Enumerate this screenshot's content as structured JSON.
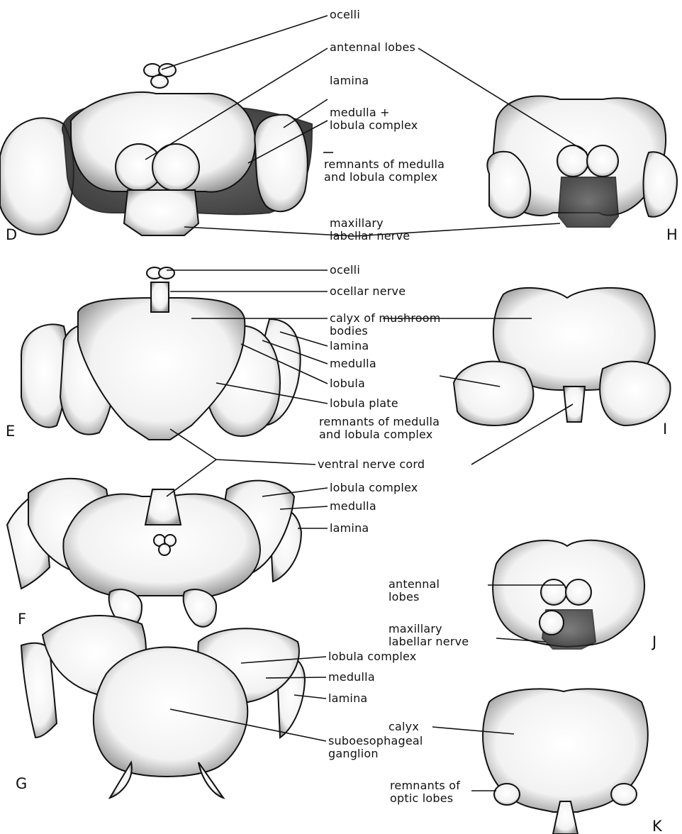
{
  "figure": {
    "panels": {
      "D": "D",
      "E": "E",
      "F": "F",
      "G": "G",
      "H": "H",
      "I": "I",
      "J": "J",
      "K": "K"
    },
    "labels": {
      "ocelli_top": "ocelli",
      "antennal_lobes_top": "antennal lobes",
      "lamina_d": "lamina",
      "medulla_lobula_d": "medulla +\nlobula complex",
      "remnants_h": "remnants of medulla\nand lobula complex",
      "maxillary_d": "maxillary\nlabellar nerve",
      "ocelli_e": "ocelli",
      "ocellar_nerve": "ocellar nerve",
      "calyx_mb": "calyx of mushroom\nbodies",
      "lamina_e": "lamina",
      "medulla_e": "medulla",
      "lobula_e": "lobula",
      "lobula_plate": "lobula plate",
      "remnants_i": "remnants of medulla\nand lobula complex",
      "ventral_cord": "ventral nerve cord",
      "lobula_complex_f": "lobula complex",
      "medulla_f": "medulla",
      "lamina_f": "lamina",
      "antennal_lobes_j": "antennal\nlobes",
      "maxillary_j": "maxillary\nlabellar nerve",
      "lobula_complex_g": "lobula complex",
      "medulla_g": "medulla",
      "lamina_g": "lamina",
      "subesoph": "suboesophageal\nganglion",
      "calyx_k": "calyx",
      "remnants_k": "remnants of\noptic lobes"
    }
  }
}
